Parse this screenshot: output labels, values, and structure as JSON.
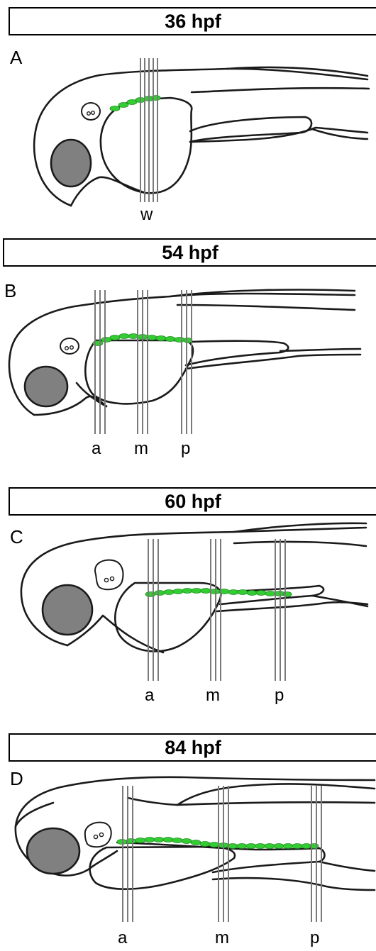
{
  "panels": [
    {
      "id": "A",
      "stage": "36 hpf",
      "section_labels": [
        "w"
      ]
    },
    {
      "id": "B",
      "stage": "54 hpf",
      "section_labels": [
        "a",
        "m",
        "p"
      ]
    },
    {
      "id": "C",
      "stage": "60 hpf",
      "section_labels": [
        "a",
        "m",
        "p"
      ]
    },
    {
      "id": "D",
      "stage": "84 hpf",
      "section_labels": [
        "a",
        "m",
        "p"
      ]
    }
  ],
  "colors": {
    "eye": "#808080",
    "migrating_cells": "#33cc33",
    "section_lines": "#7a7a7a"
  }
}
